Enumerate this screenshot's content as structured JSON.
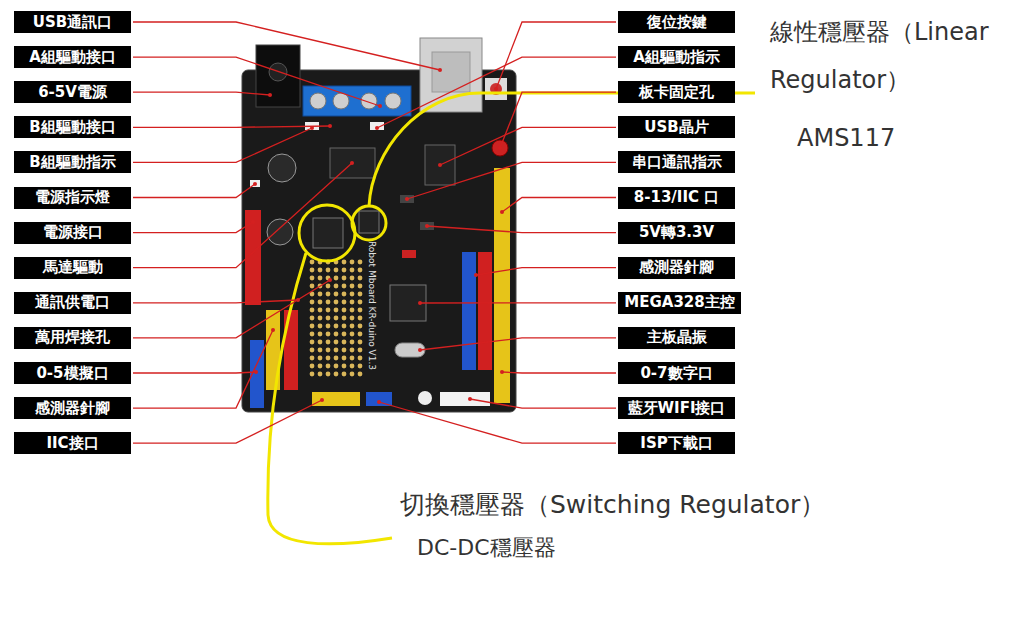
{
  "diagram": {
    "nodes": [
      {
        "text": [
          "USB通訊口"
        ]
      },
      {
        "text": [
          "A組驅動接口"
        ]
      },
      {
        "text": [
          "6-5V電源"
        ]
      },
      {
        "text": [
          "B組驅動接口"
        ]
      },
      {
        "text": [
          "B組驅動指示"
        ]
      },
      {
        "text": [
          "電源指示燈"
        ]
      },
      {
        "text": [
          "電源接口"
        ]
      },
      {
        "text": [
          "馬達驅動"
        ]
      },
      {
        "text": [
          "通訊供電口"
        ]
      },
      {
        "text": [
          "萬用焊接孔"
        ]
      },
      {
        "text": [
          "0-5模擬口"
        ]
      },
      {
        "text": [
          "感測器針腳"
        ]
      },
      {
        "text": [
          "IIC接口"
        ]
      },
      {
        "text": [
          "復位按鍵"
        ]
      },
      {
        "text": [
          "A組驅動指示"
        ]
      },
      {
        "text": [
          "板卡固定孔"
        ]
      },
      {
        "text": [
          "USB晶片"
        ]
      },
      {
        "text": [
          "串口通訊指示"
        ]
      },
      {
        "text": [
          "8-13/IIC 口"
        ]
      },
      {
        "text": [
          "5V轉3.3V"
        ]
      },
      {
        "text": [
          "感測器針腳"
        ]
      },
      {
        "text": [
          "MEGA328主控"
        ]
      },
      {
        "text": [
          "主板晶振"
        ]
      },
      {
        "text": [
          "0-7數字口"
        ]
      },
      {
        "text": [
          "藍牙WIFI接口"
        ]
      },
      {
        "text": [
          "ISP下載口"
        ]
      }
    ],
    "labels": [
      "線性穩壓器（Linear Regulator）",
      "AMS117",
      "切換穩壓器（Switching Regulator）",
      "DC-DC穩壓器",
      "Robot Mboard KR-duino V1.3"
    ]
  }
}
